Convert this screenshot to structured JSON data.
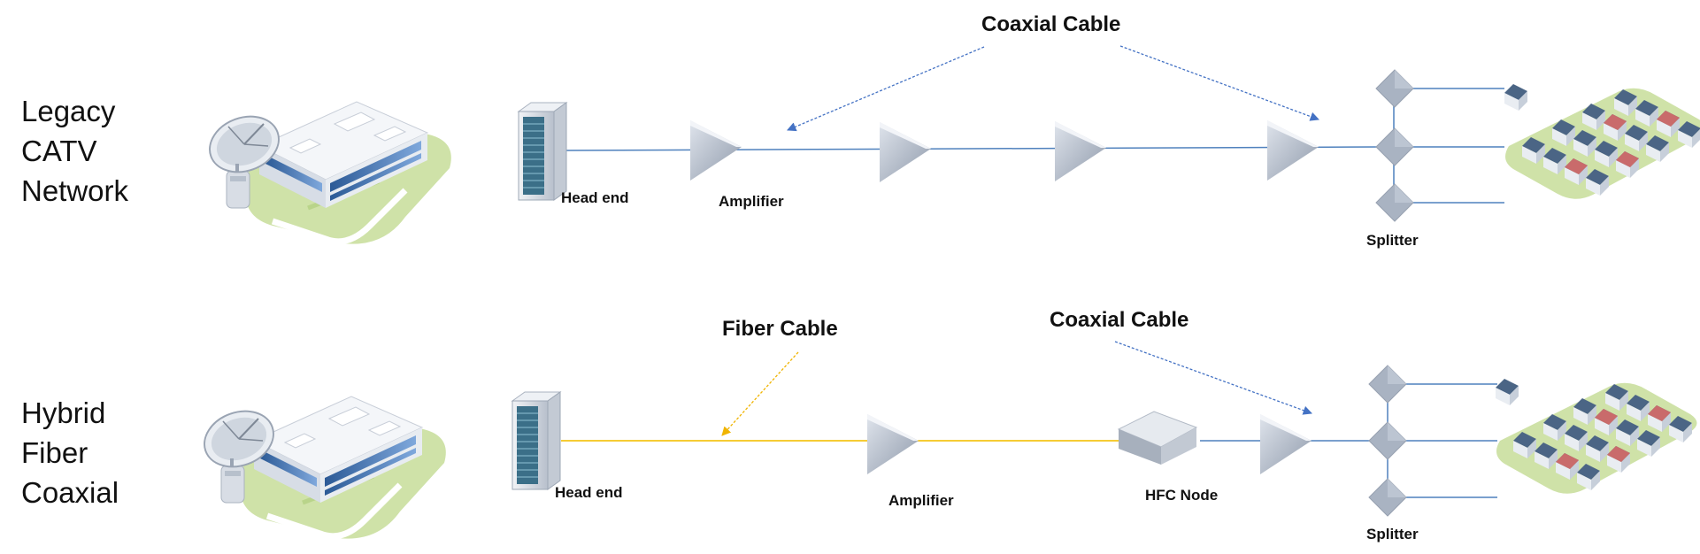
{
  "diagram": {
    "rows": [
      {
        "id": "legacy",
        "title_lines": [
          "Legacy",
          "CATV",
          "Network"
        ],
        "labels": {
          "head_end": "Head end",
          "amplifier": "Amplifier",
          "splitter": "Splitter",
          "cable": "Coaxial Cable"
        }
      },
      {
        "id": "hfc",
        "title_lines": [
          "Hybrid",
          "Fiber",
          "Coaxial"
        ],
        "labels": {
          "head_end": "Head end",
          "amplifier": "Amplifier",
          "hfc_node": "HFC Node",
          "splitter": "Splitter",
          "fiber_cable": "Fiber Cable",
          "coax_cable": "Coaxial Cable"
        }
      }
    ],
    "colors": {
      "coax_line": "#4f81bd",
      "fiber_line": "#f5c518",
      "device_grey": "#a9b3c2",
      "building_blue": "#4a78b5",
      "lawn_green": "#cfe2a8",
      "roof_red": "#c96b6b"
    }
  }
}
